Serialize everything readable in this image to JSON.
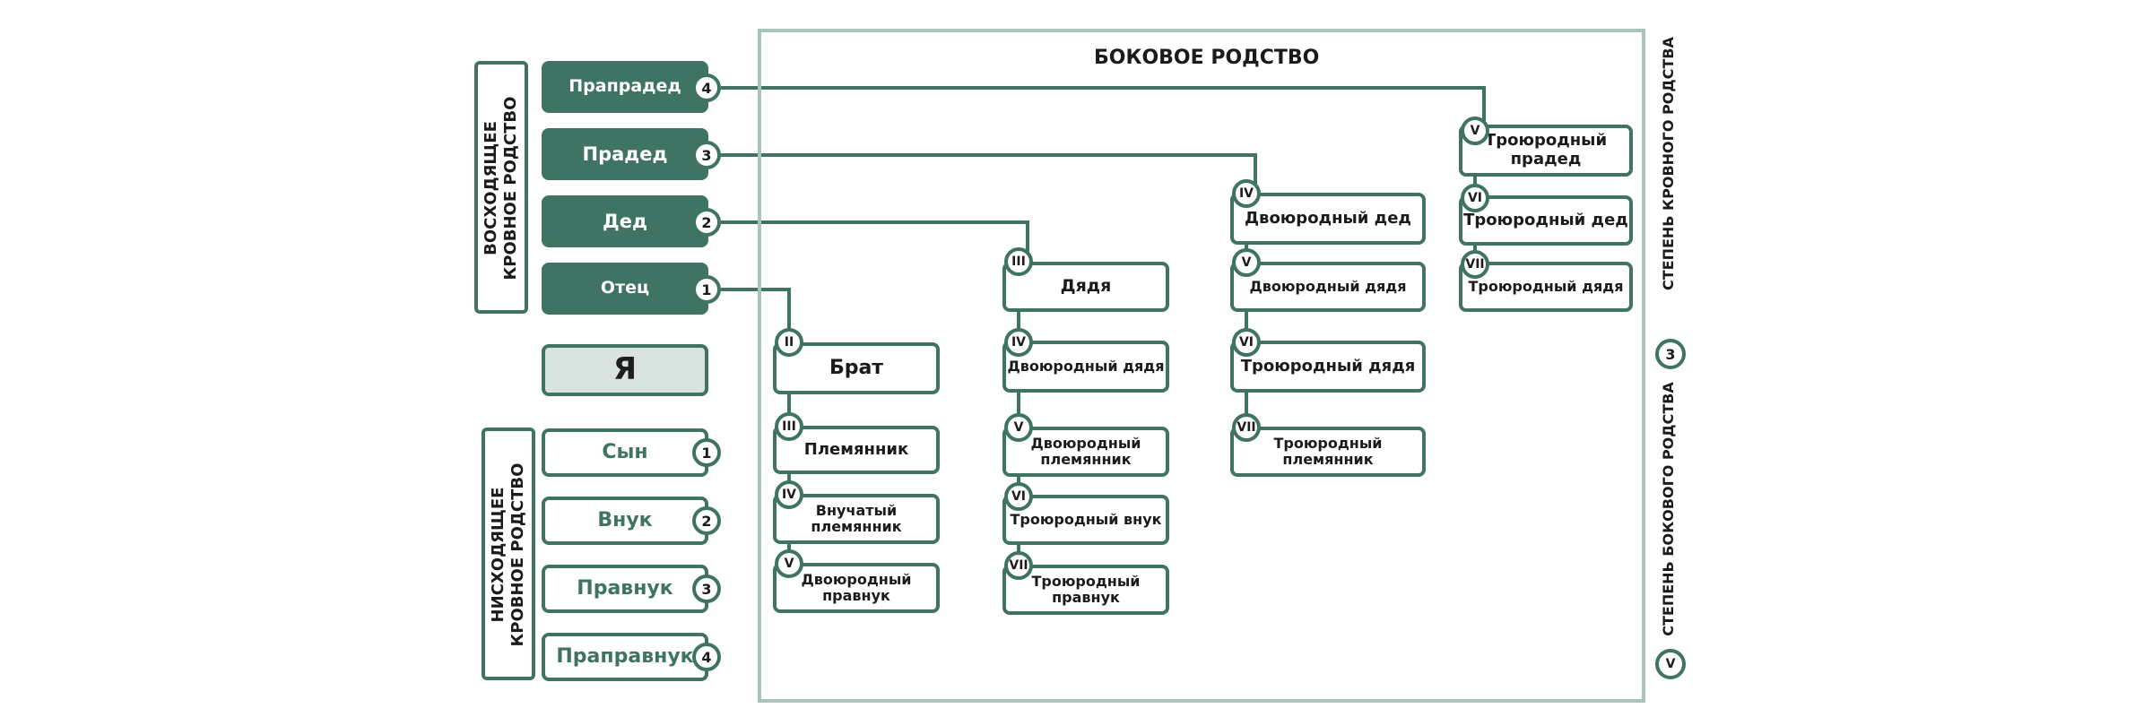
{
  "title": "БОКОВОЕ РОДСТВО",
  "ascending_label": [
    "ВОСХОДЯЩЕЕ",
    "КРОВНОЕ РОДСТВО"
  ],
  "descending_label": [
    "НИСХОДЯЩЕЕ",
    "КРОВНОЕ РОДСТВО"
  ],
  "ancestors": [
    {
      "label": "Прапрадед",
      "degree": "4"
    },
    {
      "label": "Прадед",
      "degree": "3"
    },
    {
      "label": "Дед",
      "degree": "2"
    },
    {
      "label": "Отец",
      "degree": "1"
    }
  ],
  "self": "Я",
  "descendants": [
    {
      "label": "Сын",
      "degree": "1"
    },
    {
      "label": "Внук",
      "degree": "2"
    },
    {
      "label": "Правнук",
      "degree": "3"
    },
    {
      "label": "Праправнук",
      "degree": "4"
    }
  ],
  "columns": [
    [
      {
        "label": "Брат",
        "degree": "II"
      },
      {
        "label": "Племянник",
        "degree": "III"
      },
      {
        "label": "Внучатый племянник",
        "degree": "IV"
      },
      {
        "label": "Двоюродный правнук",
        "degree": "V"
      }
    ],
    [
      {
        "label": "Дядя",
        "degree": "III"
      },
      {
        "label": "Двоюродный дядя",
        "degree": "IV"
      },
      {
        "label": "Двоюродный племянник",
        "degree": "V"
      },
      {
        "label": "Троюродный внук",
        "degree": "VI"
      },
      {
        "label": "Троюродный правнук",
        "degree": "VII"
      }
    ],
    [
      {
        "label": "Двоюродный дед",
        "degree": "IV"
      },
      {
        "label": "Двоюродный дядя",
        "degree": "V"
      },
      {
        "label": "Троюродный дядя",
        "degree": "VI"
      },
      {
        "label": "Троюродный племянник",
        "degree": "VII"
      }
    ],
    [
      {
        "label": "Троюродный прадед",
        "degree": "V"
      },
      {
        "label": "Троюродный дед",
        "degree": "VI"
      },
      {
        "label": "Троюродный дядя",
        "degree": "VII"
      }
    ]
  ],
  "legend": [
    {
      "symbol": "3",
      "text": "СТЕПЕНЬ КРОВНОГО РОДСТВА"
    },
    {
      "symbol": "V",
      "text": "СТЕПЕНЬ БОКОВОГО РОДСТВА"
    }
  ],
  "colors": {
    "accent": "#3f7363",
    "panel_border": "#a9c4bb",
    "self_fill": "#d9e3df"
  }
}
